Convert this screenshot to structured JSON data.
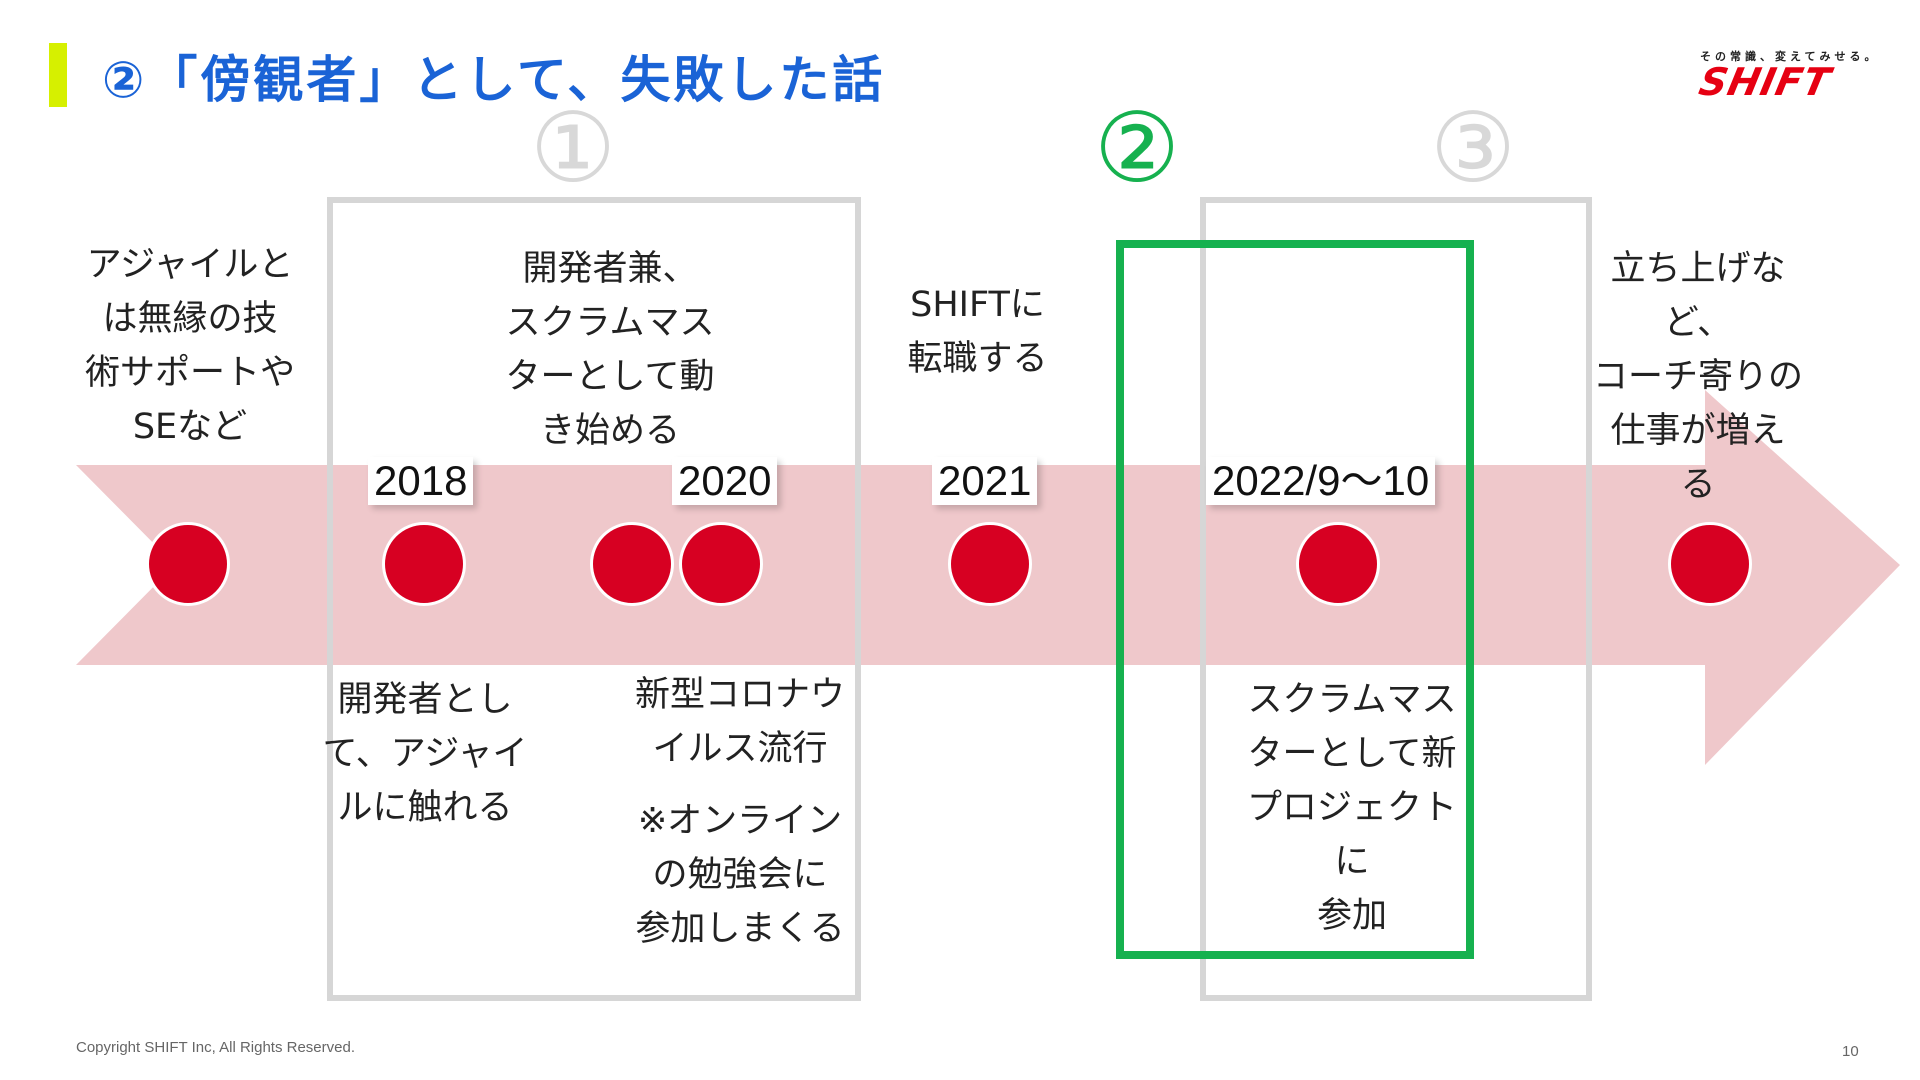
{
  "slide": {
    "title": "②「傍観者」として、失敗した話",
    "logo_tagline": "その常識、変えてみせる。",
    "logo_text": "SHIFT",
    "copyright": "Copyright SHIFT Inc, All Rights Reserved.",
    "page_number": "10"
  },
  "phases": {
    "one": "①",
    "two": "②",
    "three": "③"
  },
  "years": {
    "y2018": "2018",
    "y2020": "2020",
    "y2021": "2021",
    "y2022": "2022/9～10"
  },
  "notes": {
    "start": [
      "アジャイルと",
      "は無縁の技",
      "術サポートや",
      "SEなど"
    ],
    "dev_scrum": [
      "開発者兼、",
      "スクラムマス",
      "ターとして動",
      "き始める"
    ],
    "shift": [
      "SHIFTに",
      "転職する"
    ],
    "future": [
      "立ち上げなど、",
      "コーチ寄りの",
      "仕事が増え",
      "る"
    ],
    "agile": [
      "開発者とし",
      "て、アジャイ",
      "ルに触れる"
    ],
    "corona": [
      "新型コロナウ",
      "イルス流行"
    ],
    "online": [
      "※オンライン",
      "の勉強会に",
      "参加しまくる"
    ],
    "project": [
      "スクラムマス",
      "ターとして新",
      "プロジェクトに",
      "参加"
    ]
  },
  "colors": {
    "arrow": "#efc8cb",
    "dot": "#d70022",
    "frame_gray": "#d6d6d6",
    "frame_green": "#16b14f",
    "title_blue": "#1a63d6",
    "accent_lime": "#d6f000",
    "logo_red": "#e60012"
  }
}
